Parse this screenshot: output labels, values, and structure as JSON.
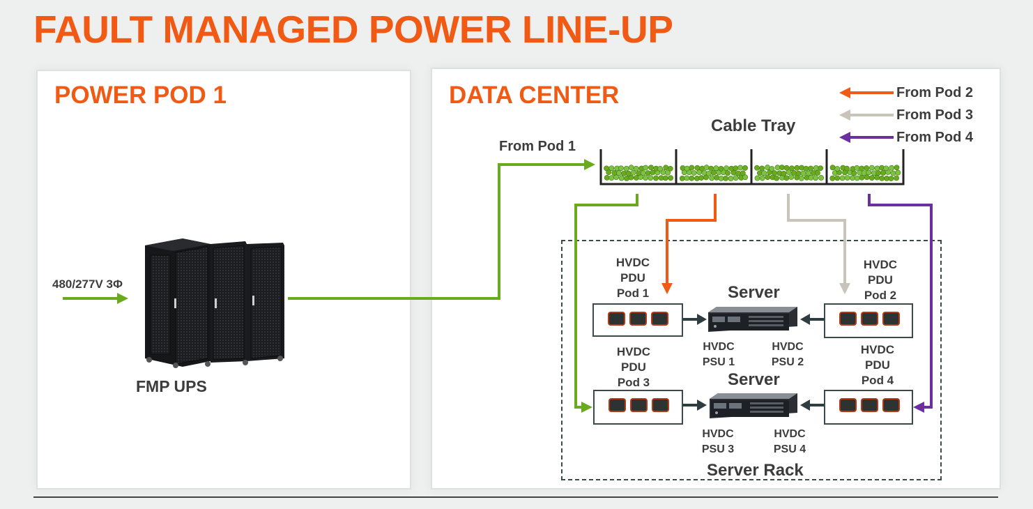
{
  "title": "FAULT MANAGED POWER LINE-UP",
  "left_panel": {
    "title": "POWER POD 1",
    "input_label": "480/277V 3Φ",
    "ups_label": "FMP UPS"
  },
  "right_panel": {
    "title": "DATA CENTER",
    "from_pod1": "From Pod 1",
    "cable_tray_label": "Cable Tray",
    "legend": [
      {
        "label": "From Pod 2",
        "color": "#f05a14"
      },
      {
        "label": "From Pod 3",
        "color": "#c9c4ba"
      },
      {
        "label": "From Pod 4",
        "color": "#6b2fa0"
      }
    ],
    "server_rack_label": "Server Rack",
    "pdus": [
      {
        "line1": "HVDC",
        "line2": "PDU",
        "line3": "Pod 1"
      },
      {
        "line1": "HVDC",
        "line2": "PDU",
        "line3": "Pod 2"
      },
      {
        "line1": "HVDC",
        "line2": "PDU",
        "line3": "Pod 3"
      },
      {
        "line1": "HVDC",
        "line2": "PDU",
        "line3": "Pod 4"
      }
    ],
    "servers": [
      {
        "label": "Server",
        "psu_a_1": "HVDC",
        "psu_a_2": "PSU 1",
        "psu_b_1": "HVDC",
        "psu_b_2": "PSU 2"
      },
      {
        "label": "Server",
        "psu_a_1": "HVDC",
        "psu_a_2": "PSU 3",
        "psu_b_1": "HVDC",
        "psu_b_2": "PSU 4"
      }
    ]
  },
  "colors": {
    "accent": "#f05a14",
    "pod1_green": "#6aaa1e",
    "pod2_orange": "#f05a14",
    "pod3_gray": "#c9c4ba",
    "pod4_purple": "#6b2fa0",
    "connector_dark": "#2f3d40"
  }
}
